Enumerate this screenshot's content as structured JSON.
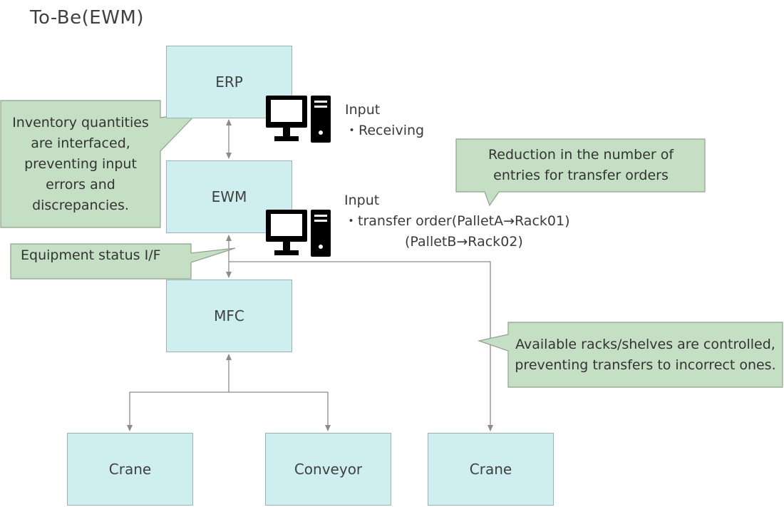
{
  "title": "To-Be(EWM)",
  "nodes": {
    "erp": "ERP",
    "ewm": "EWM",
    "mfc": "MFC",
    "crane_left": "Crane",
    "conveyor": "Conveyor",
    "crane_right": "Crane"
  },
  "inputs": {
    "erp_input": {
      "line1": "Input",
      "line2": "・Receiving"
    },
    "ewm_input": {
      "line1": "Input",
      "line2": "・transfer order(PalletA→Rack01)",
      "line3": "(PalletB→Rack02)"
    }
  },
  "callouts": {
    "inventory": "Inventory quantities are interfaced, preventing input errors and discrepancies.",
    "transfer": "Reduction in the number of entries for transfer orders",
    "equipment": "Equipment status  I/F",
    "racks": "Available racks/shelves are controlled, preventing transfers to incorrect ones."
  },
  "icons": {
    "computer": "desktop-computer-icon"
  },
  "colors": {
    "node_fill": "#cfeef0",
    "node_border": "#9ab3b5",
    "callout_fill": "#c5dfc5",
    "callout_border": "#8fa08f",
    "connector": "#8c8c8c",
    "icon": "#000000"
  }
}
